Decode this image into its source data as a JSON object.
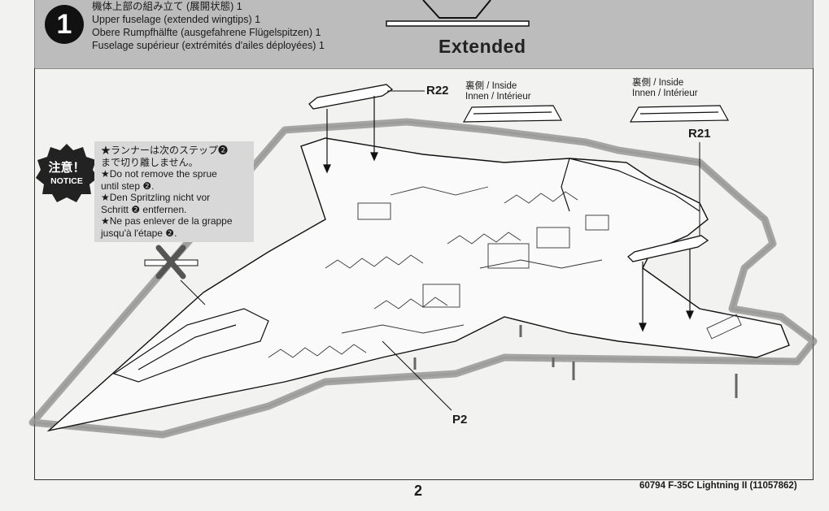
{
  "step": {
    "number": "1",
    "title_jp": "機体上部の組み立て (展開状態) 1",
    "title_en": "Upper fuselage (extended wingtips) 1",
    "title_de": "Obere Rumpfhälfte (ausgefahrene Flügelspitzen) 1",
    "title_fr": "Fuselage supérieur (extrémités d'ailes déployées) 1",
    "state_label": "Extended"
  },
  "parts": {
    "r22": "R22",
    "r21": "R21",
    "p2": "P2"
  },
  "inside_left": {
    "line1": "裏側 / Inside",
    "line2": "Innen / Intérieur"
  },
  "inside_right": {
    "line1": "裏側 / Inside",
    "line2": "Innen / Intérieur"
  },
  "notice": {
    "badge_jp": "注意！",
    "badge_en": "NOTICE",
    "lines": [
      "★ランナーは次のステップ❷",
      "まで切り離しません。",
      "★Do not remove the sprue",
      "until step ❷.",
      "★Den Spritzling nicht vor",
      "Schritt ❷ entfernen.",
      "★Ne pas enlever de la grappe",
      "jusqu'à l'étape ❷."
    ]
  },
  "footer": {
    "page_number": "2",
    "product_code": "60794 F-35C Lightning II (11057862)"
  }
}
